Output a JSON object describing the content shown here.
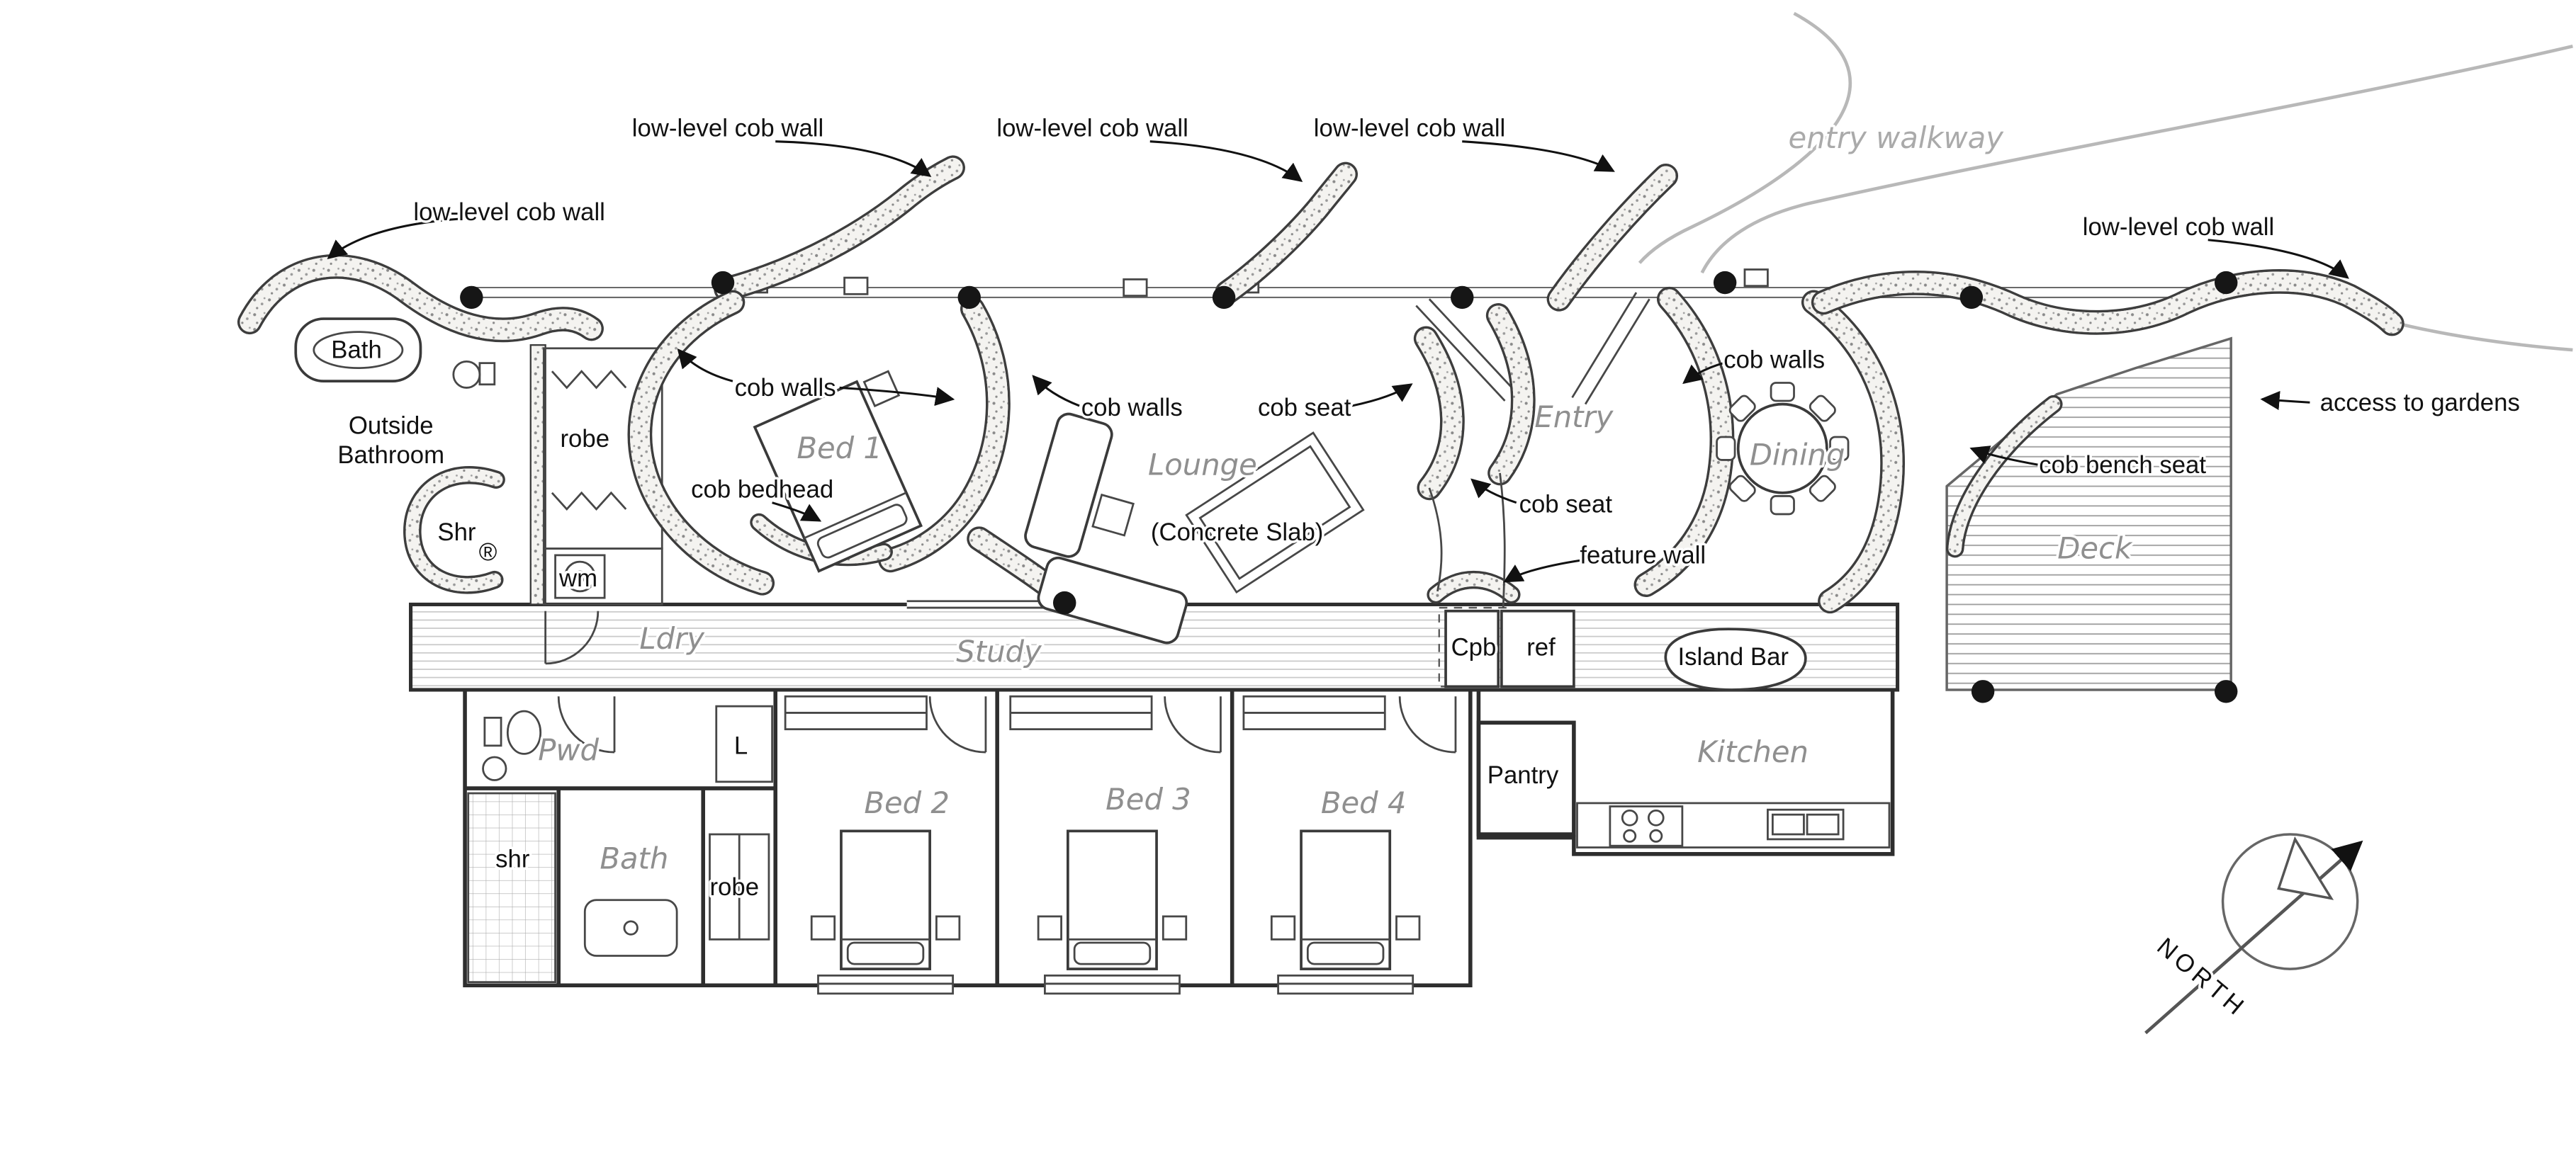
{
  "colors": {
    "ink": "#111111",
    "handwriting": "#8f8f8f",
    "paper": "#ffffff"
  },
  "annotations": {
    "wall_far_left": "low-level cob wall",
    "wall_1": "low-level cob wall",
    "wall_2": "low-level cob wall",
    "wall_3": "low-level cob wall",
    "wall_right": "low-level cob wall",
    "entry_walkway": "entry walkway",
    "cob_walls_bed1": "cob walls",
    "cob_walls_lounge": "cob walls",
    "cob_walls_dining": "cob walls",
    "cob_bedhead": "cob bedhead",
    "cob_seat_lounge": "cob seat",
    "cob_seat_entry": "cob seat",
    "cob_bench_seat": "cob bench seat",
    "access_gardens": "access to gardens",
    "feature_wall": "feature wall",
    "concrete_slab": "(Concrete Slab)"
  },
  "rooms": {
    "bath_tub": "Bath",
    "outside_bathroom_1": "Outside",
    "outside_bathroom_2": "Bathroom",
    "shower": "Shr",
    "shower_reg": "®",
    "robe_main": "robe",
    "wm": "wm",
    "bed1": "Bed 1",
    "lounge": "Lounge",
    "entry": "Entry",
    "dining": "Dining",
    "deck": "Deck",
    "laundry": "Ldry",
    "study": "Study",
    "cupboard": "Cpb",
    "fridge": "ref",
    "island_bar": "Island Bar",
    "kitchen": "Kitchen",
    "pantry": "Pantry",
    "powder": "Pwd",
    "linen": "L",
    "bed2": "Bed 2",
    "bed3": "Bed 3",
    "bed4": "Bed 4",
    "shower2": "shr",
    "bath2": "Bath",
    "robe2": "robe"
  },
  "compass": {
    "north": "NORTH"
  }
}
